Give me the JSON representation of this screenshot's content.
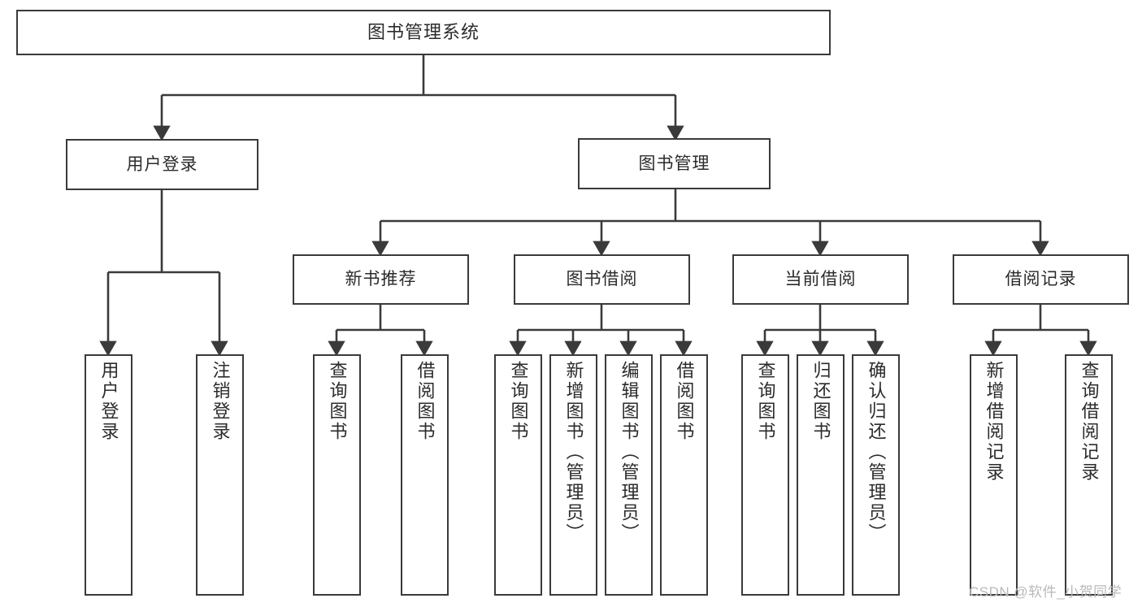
{
  "diagram": {
    "title": "图书管理系统",
    "watermark": "CSDN @软件_小贺同学",
    "colors": {
      "box_border": "#3a3a3a",
      "box_fill": "#ffffff",
      "connector": "#3a3a3a",
      "text": "#2b2b2b",
      "watermark": "#b9b9b9"
    },
    "levels": {
      "root": {
        "label": "图书管理系统"
      },
      "level2": [
        {
          "label": "用户登录"
        },
        {
          "label": "图书管理"
        }
      ],
      "level3": [
        {
          "label": "新书推荐"
        },
        {
          "label": "图书借阅"
        },
        {
          "label": "当前借阅"
        },
        {
          "label": "借阅记录"
        }
      ],
      "leaves": {
        "user_login": [
          {
            "label": "用户登录"
          },
          {
            "label": "注销登录"
          }
        ],
        "new_book_recommend": [
          {
            "label": "查询图书"
          },
          {
            "label": "借阅图书"
          }
        ],
        "book_borrow": [
          {
            "label": "查询图书"
          },
          {
            "label": "新增图书（管理员）"
          },
          {
            "label": "编辑图书（管理员）"
          },
          {
            "label": "借阅图书"
          }
        ],
        "current_borrow": [
          {
            "label": "查询图书"
          },
          {
            "label": "归还图书"
          },
          {
            "label": "确认归还（管理员）"
          }
        ],
        "borrow_record": [
          {
            "label": "新增借阅记录"
          },
          {
            "label": "查询借阅记录"
          }
        ]
      }
    }
  }
}
